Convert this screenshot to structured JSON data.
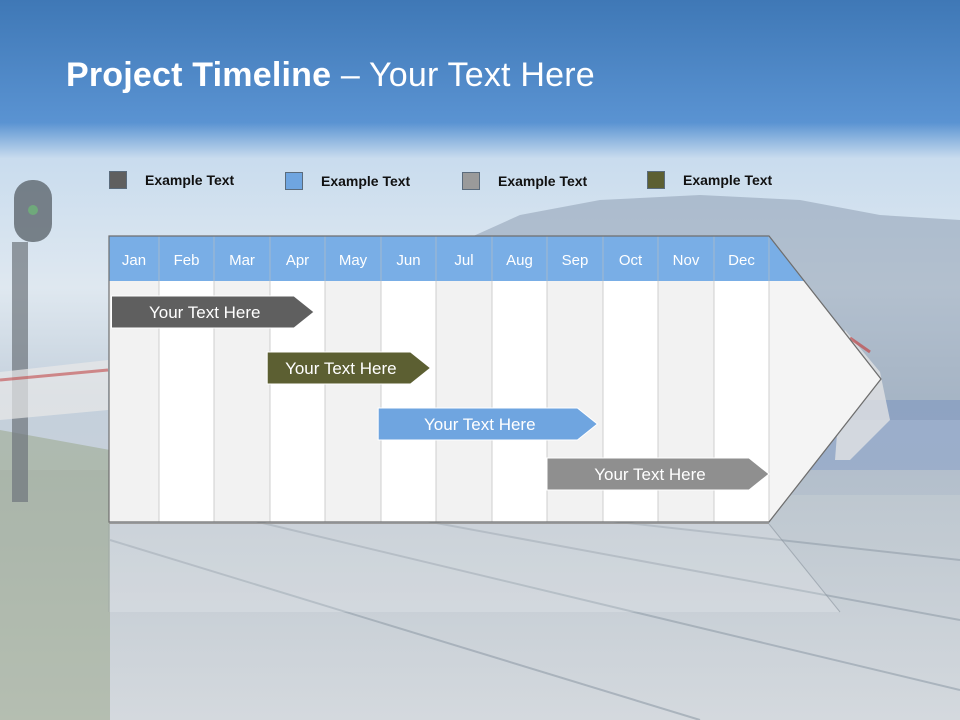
{
  "header": {
    "title_bold": "Project Timeline",
    "title_rest": " – Your Text Here"
  },
  "legend": [
    {
      "label": "Example Text",
      "color": "#5f5f5f"
    },
    {
      "label": "Example Text",
      "color": "#6fa5e0"
    },
    {
      "label": "Example Text",
      "color": "#9a9a9a"
    },
    {
      "label": "Example Text",
      "color": "#5c5f32"
    }
  ],
  "timeline": {
    "months": [
      "Jan",
      "Feb",
      "Mar",
      "Apr",
      "May",
      "Jun",
      "Jul",
      "Aug",
      "Sep",
      "Oct",
      "Nov",
      "Dec"
    ],
    "header_color": "#79aee6",
    "bars": [
      {
        "label": "Your  Text Here",
        "start_month": 0.05,
        "end_month": 3.8,
        "color": "#5f5f5f"
      },
      {
        "label": "Your  Text Here",
        "start_month": 2.95,
        "end_month": 5.9,
        "color": "#5c5f32"
      },
      {
        "label": "Your  Text Here",
        "start_month": 4.95,
        "end_month": 8.9,
        "color": "#6fa5e0"
      },
      {
        "label": "Your  Text Here",
        "start_month": 8.0,
        "end_month": 12.0,
        "color": "#8f8f8f"
      }
    ]
  }
}
